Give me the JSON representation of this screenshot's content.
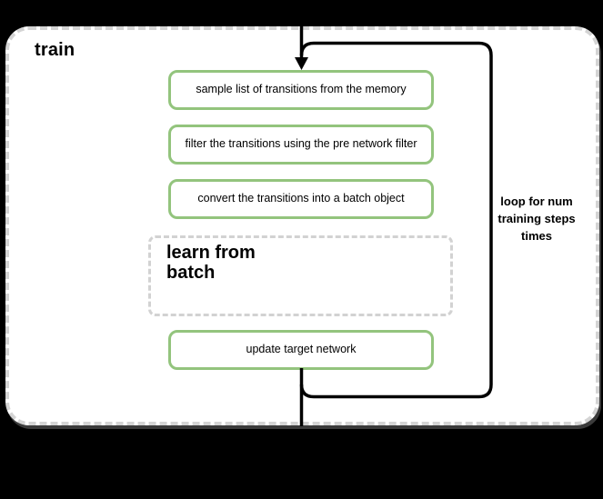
{
  "diagram": {
    "title": "train",
    "steps": [
      "sample list of transitions from the memory",
      "filter the transitions using the pre network filter",
      "convert the transitions into a batch object",
      "update target network"
    ],
    "group_label": "learn from batch",
    "loop_annotation": "loop for num training steps times",
    "colors": {
      "step_border": "#93c47d",
      "boundary_border": "#d4d4d4",
      "group_border": "#d2d2d2",
      "connector": "#000000",
      "surface": "#ffffff",
      "background": "#000000"
    }
  }
}
